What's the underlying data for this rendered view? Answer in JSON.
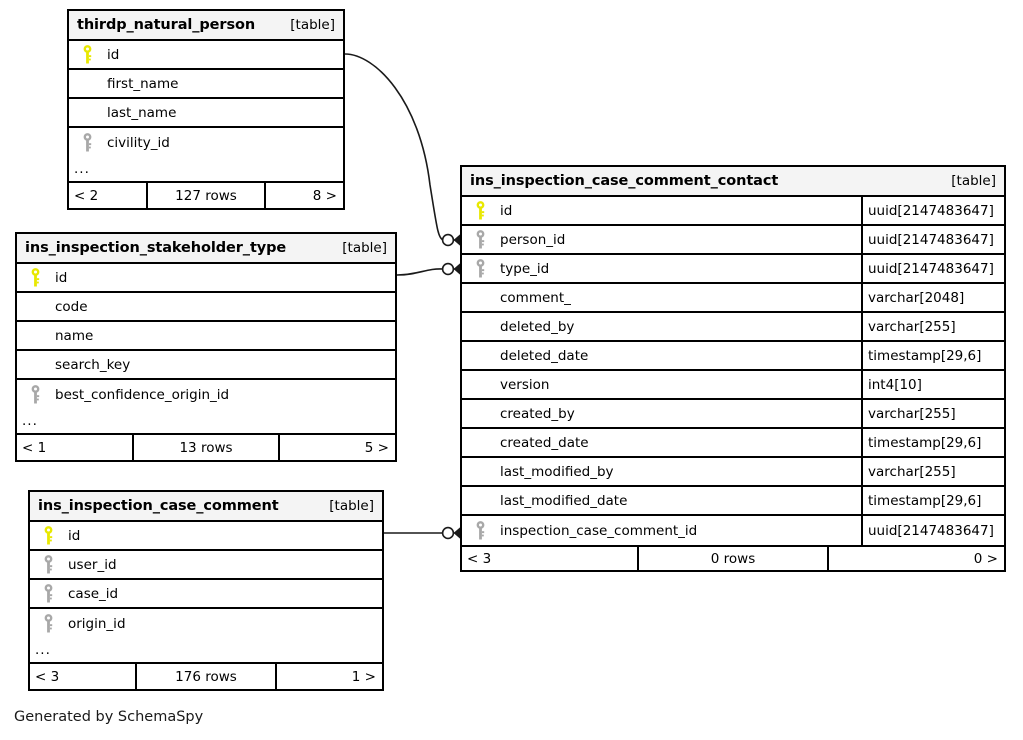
{
  "diagram": {
    "generator_caption": "Generated by SchemaSpy",
    "kind_label": "[table]",
    "ellipsis": "...",
    "colors": {
      "primary_key": "#e8e800",
      "foreign_key": "#a8a8a8",
      "header_bg": "#f4f4f4",
      "border": "#000000",
      "background": "#ffffff"
    }
  },
  "tables": [
    {
      "id": "thirdp_natural_person",
      "name": "thirdp_natural_person",
      "kind": "[table]",
      "columns": [
        {
          "name": "id",
          "key": "primary",
          "type": ""
        },
        {
          "name": "first_name",
          "key": "none",
          "type": ""
        },
        {
          "name": "last_name",
          "key": "none",
          "type": ""
        },
        {
          "name": "civility_id",
          "key": "foreign",
          "type": ""
        }
      ],
      "has_ellipsis": true,
      "footer": {
        "left": "< 2",
        "center": "127 rows",
        "right": "8 >"
      }
    },
    {
      "id": "ins_inspection_stakeholder_type",
      "name": "ins_inspection_stakeholder_type",
      "kind": "[table]",
      "columns": [
        {
          "name": "id",
          "key": "primary",
          "type": ""
        },
        {
          "name": "code",
          "key": "none",
          "type": ""
        },
        {
          "name": "name",
          "key": "none",
          "type": ""
        },
        {
          "name": "search_key",
          "key": "none",
          "type": ""
        },
        {
          "name": "best_confidence_origin_id",
          "key": "foreign",
          "type": ""
        }
      ],
      "has_ellipsis": true,
      "footer": {
        "left": "< 1",
        "center": "13 rows",
        "right": "5 >"
      }
    },
    {
      "id": "ins_inspection_case_comment",
      "name": "ins_inspection_case_comment",
      "kind": "[table]",
      "columns": [
        {
          "name": "id",
          "key": "primary",
          "type": ""
        },
        {
          "name": "user_id",
          "key": "foreign",
          "type": ""
        },
        {
          "name": "case_id",
          "key": "foreign",
          "type": ""
        },
        {
          "name": "origin_id",
          "key": "foreign",
          "type": ""
        }
      ],
      "has_ellipsis": true,
      "footer": {
        "left": "< 3",
        "center": "176 rows",
        "right": "1 >"
      }
    },
    {
      "id": "ins_inspection_case_comment_contact",
      "name": "ins_inspection_case_comment_contact",
      "kind": "[table]",
      "columns": [
        {
          "name": "id",
          "key": "primary",
          "type": "uuid[2147483647]"
        },
        {
          "name": "person_id",
          "key": "foreign",
          "type": "uuid[2147483647]"
        },
        {
          "name": "type_id",
          "key": "foreign",
          "type": "uuid[2147483647]"
        },
        {
          "name": "comment_",
          "key": "none",
          "type": "varchar[2048]"
        },
        {
          "name": "deleted_by",
          "key": "none",
          "type": "varchar[255]"
        },
        {
          "name": "deleted_date",
          "key": "none",
          "type": "timestamp[29,6]"
        },
        {
          "name": "version",
          "key": "none",
          "type": "int4[10]"
        },
        {
          "name": "created_by",
          "key": "none",
          "type": "varchar[255]"
        },
        {
          "name": "created_date",
          "key": "none",
          "type": "timestamp[29,6]"
        },
        {
          "name": "last_modified_by",
          "key": "none",
          "type": "varchar[255]"
        },
        {
          "name": "last_modified_date",
          "key": "none",
          "type": "timestamp[29,6]"
        },
        {
          "name": "inspection_case_comment_id",
          "key": "foreign",
          "type": "uuid[2147483647]"
        }
      ],
      "has_ellipsis": false,
      "footer": {
        "left": "< 3",
        "center": "0 rows",
        "right": "0 >"
      }
    }
  ],
  "relationships": [
    {
      "from": "thirdp_natural_person.id",
      "to": "ins_inspection_case_comment_contact.person_id"
    },
    {
      "from": "ins_inspection_stakeholder_type.id",
      "to": "ins_inspection_case_comment_contact.type_id"
    },
    {
      "from": "ins_inspection_case_comment.id",
      "to": "ins_inspection_case_comment_contact.inspection_case_comment_id"
    }
  ]
}
